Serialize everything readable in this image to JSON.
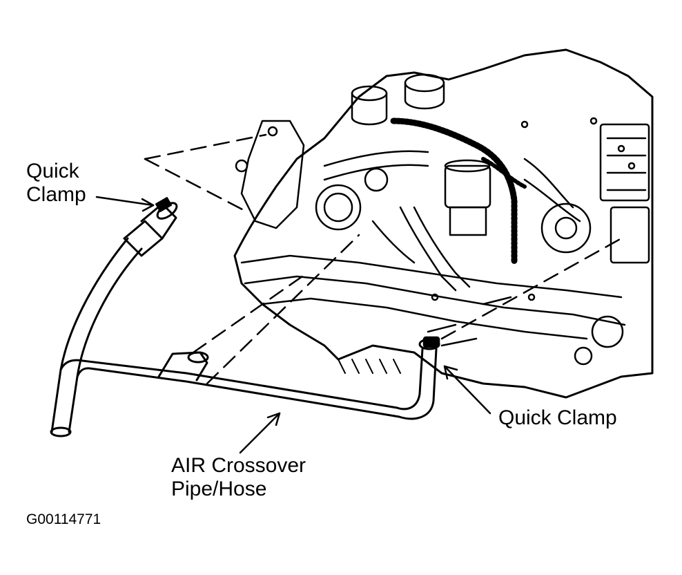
{
  "labels": {
    "quick_clamp_top_line1": "Quick",
    "quick_clamp_top_line2": "Clamp",
    "quick_clamp_right": "Quick Clamp",
    "air_crossover_line1": "AIR Crossover",
    "air_crossover_line2": "Pipe/Hose"
  },
  "figure_id": "G00114771",
  "colors": {
    "ink": "#000000",
    "paper": "#ffffff"
  }
}
